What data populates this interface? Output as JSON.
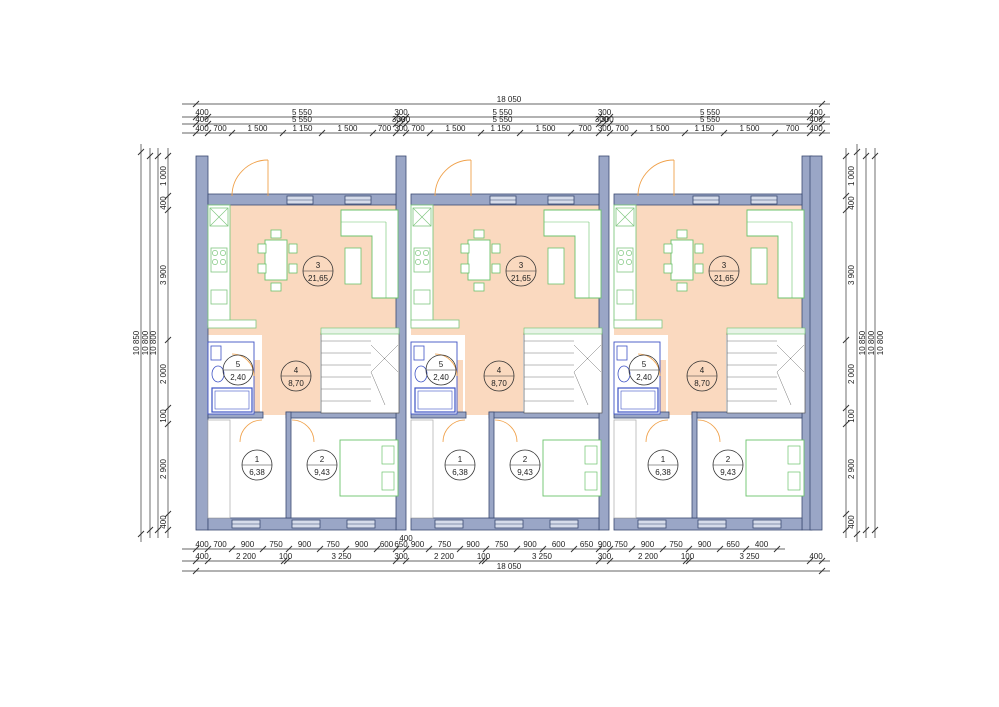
{
  "dimensions": {
    "top": {
      "total": "18 050",
      "row2": [
        "400",
        "5 550",
        "300",
        "5 550",
        "300",
        "5 550",
        "400"
      ],
      "row3": [
        "400",
        "5 550",
        "300",
        "300",
        "5 550",
        "300",
        "300",
        "5 550",
        "400"
      ],
      "row4": [
        "400",
        "700",
        "1 500",
        "1 150",
        "1 500",
        "700",
        "300",
        "700",
        "1 500",
        "1 150",
        "1 500",
        "700",
        "300",
        "700",
        "1 500",
        "1 150",
        "1 500",
        "700",
        "400"
      ]
    },
    "bottom": {
      "row1_mid": "400",
      "row1": [
        "400",
        "700",
        "900",
        "750",
        "900",
        "750",
        "900",
        "600",
        "650",
        "900",
        "750",
        "900",
        "750",
        "900",
        "600",
        "650",
        "900",
        "750",
        "900",
        "750",
        "900",
        "650",
        "400"
      ],
      "row2": [
        "400",
        "2 200",
        "100",
        "3 250",
        "300",
        "2 200",
        "100",
        "3 250",
        "300",
        "2 200",
        "100",
        "3 250",
        "400"
      ],
      "total": "18 050"
    },
    "left": {
      "seg": [
        "1 000",
        "400",
        "3 900",
        "2 000",
        "100",
        "2 900",
        "400"
      ],
      "totals": [
        "10 800",
        "10 800",
        "10 850"
      ]
    },
    "right": {
      "seg": [
        "1 000",
        "400",
        "3 900",
        "2 000",
        "100",
        "2 900",
        "400"
      ],
      "totals": [
        "10 850",
        "10 800",
        "10 800"
      ]
    }
  },
  "units": [
    {
      "rooms": [
        {
          "number": "3",
          "area": "21,65"
        },
        {
          "number": "5",
          "area": "2,40"
        },
        {
          "number": "4",
          "area": "8,70"
        },
        {
          "number": "1",
          "area": "6,38"
        },
        {
          "number": "2",
          "area": "9,43"
        }
      ]
    },
    {
      "rooms": [
        {
          "number": "3",
          "area": "21,65"
        },
        {
          "number": "5",
          "area": "2,40"
        },
        {
          "number": "4",
          "area": "8,70"
        },
        {
          "number": "1",
          "area": "6,38"
        },
        {
          "number": "2",
          "area": "9,43"
        }
      ]
    },
    {
      "rooms": [
        {
          "number": "3",
          "area": "21,65"
        },
        {
          "number": "5",
          "area": "2,40"
        },
        {
          "number": "4",
          "area": "8,70"
        },
        {
          "number": "1",
          "area": "6,38"
        },
        {
          "number": "2",
          "area": "9,43"
        }
      ]
    }
  ],
  "colors": {
    "wall": "#9aa6c6",
    "wall_outline": "#3a4a72",
    "floor": "#fad9bf",
    "floor_plain": "#ffffff",
    "furniture": "#6cc36c",
    "kitchen": "#7fc77f",
    "bath": "#3e53c5",
    "door": "#f0a24c",
    "window": "#7a86a8",
    "dim_line": "#333333"
  }
}
